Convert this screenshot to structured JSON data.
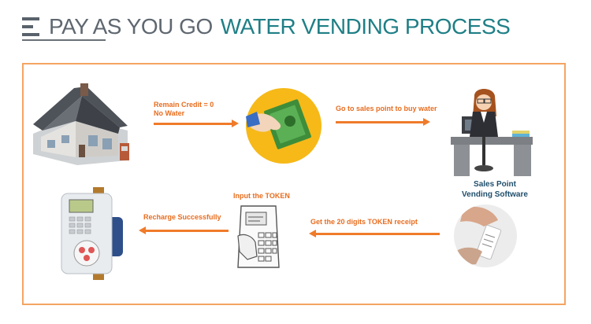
{
  "header": {
    "title_part1": "PAY AS YOU GO",
    "title_part2": "WATER VENDING PROCESS"
  },
  "steps": {
    "remain_credit": "Remain Credit = 0",
    "no_water": "No Water",
    "go_to_sales": "Go to sales point to buy water",
    "sales_point": "Sales Point",
    "vending_software": "Vending Software",
    "get_token": "Get the 20 digits TOKEN receipt",
    "input_token": "Input the TOKEN",
    "recharge": "Recharge Successfully"
  },
  "colors": {
    "accent_orange": "#f07b2a",
    "title_teal": "#1f7f86",
    "title_gray": "#5f6770",
    "frame_border": "#f4a562",
    "label_navy": "#1f4e6b"
  },
  "icons": [
    "house-icon",
    "money-hand-icon",
    "sales-person-icon",
    "receipt-handover-icon",
    "keypad-token-icon",
    "water-meter-icon"
  ]
}
